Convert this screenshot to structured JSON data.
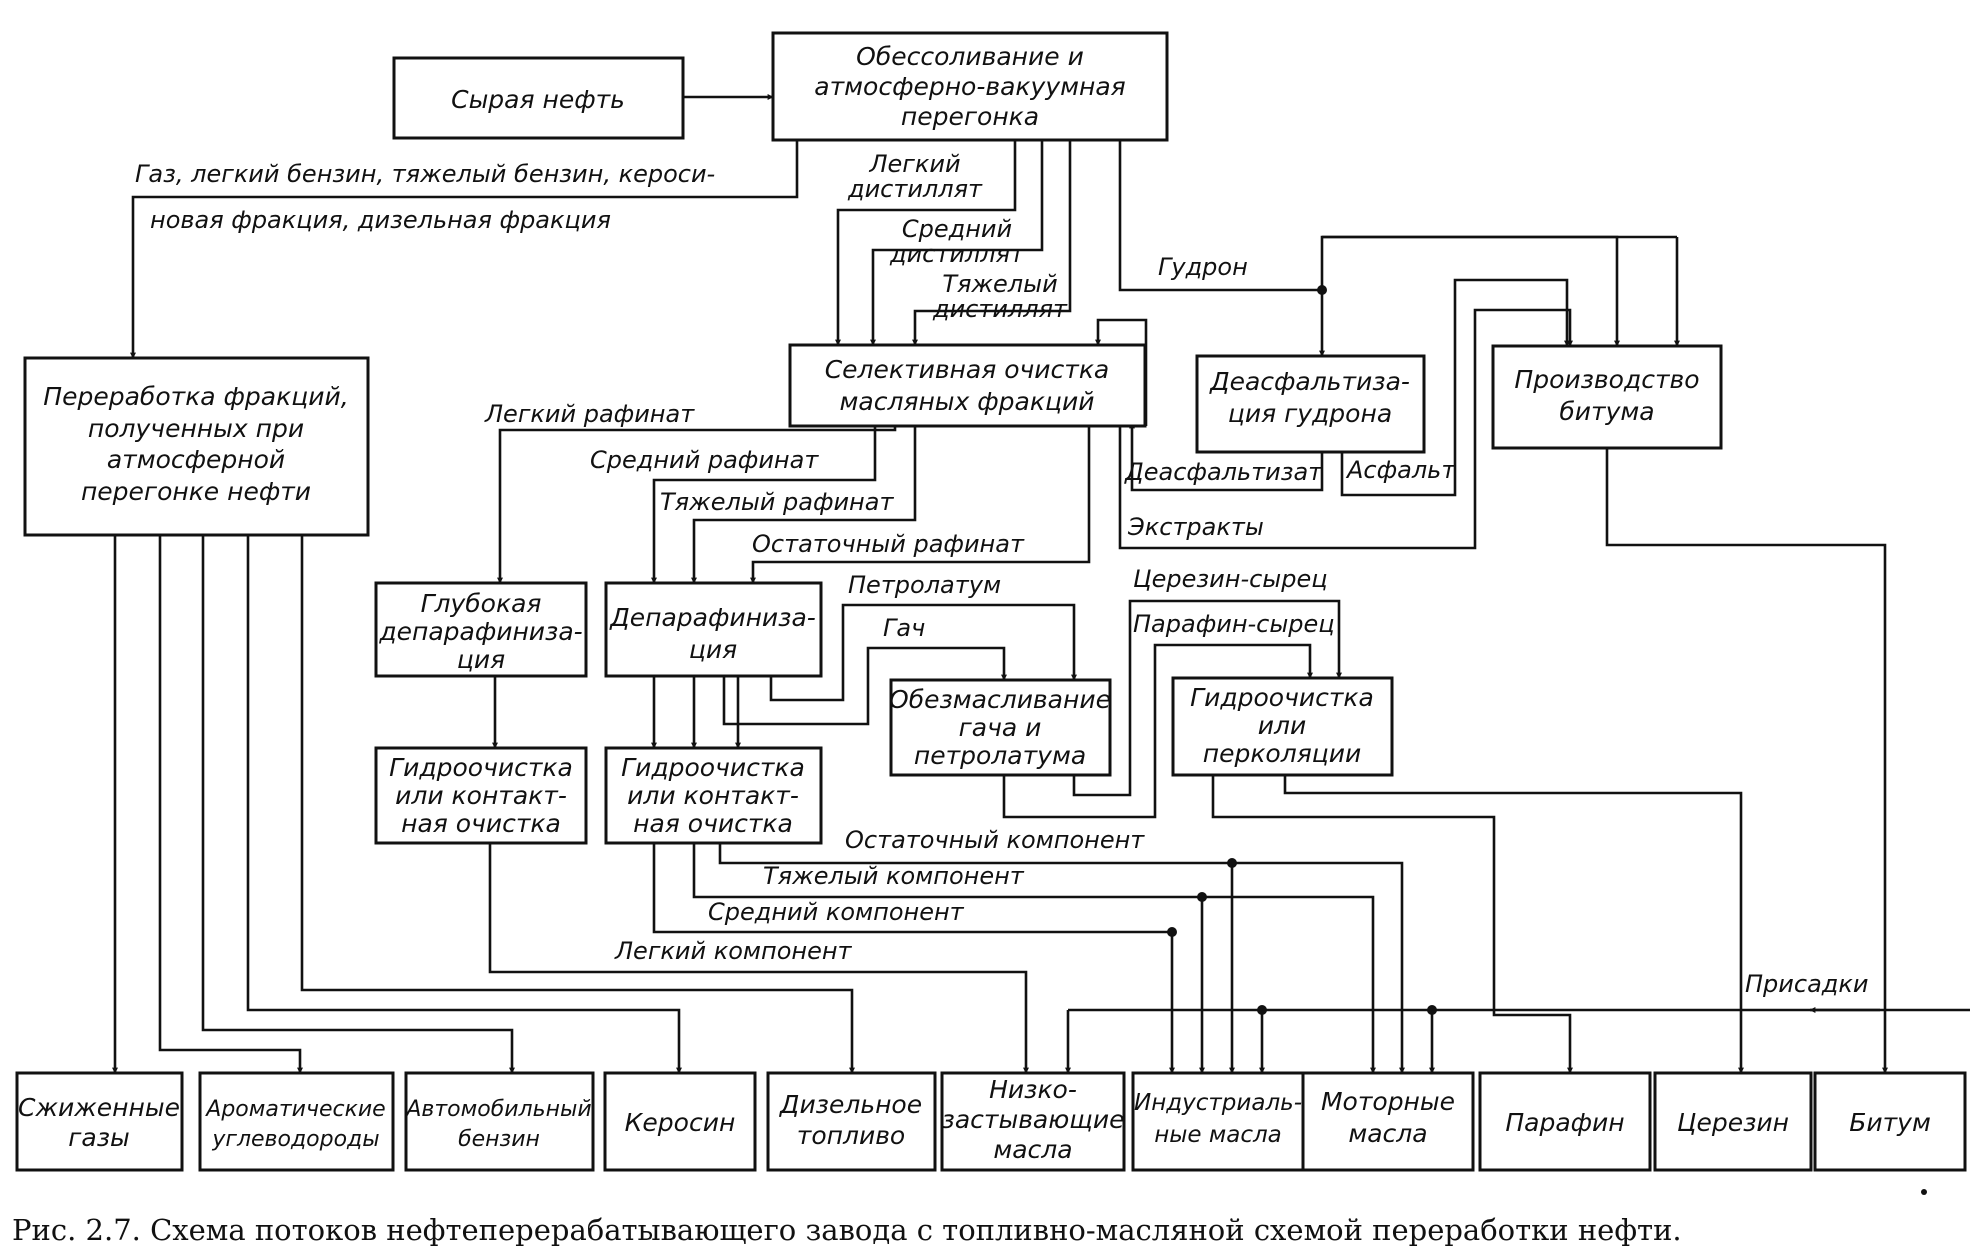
{
  "nodes": {
    "crude": [
      "Сырая нефть"
    ],
    "desalting": [
      "Обессоливание и",
      "атмосферно-вакуумная",
      "перегонка"
    ],
    "processing": [
      "Переработка фракций,",
      "полученных при",
      "атмосферной",
      "перегонке нефти"
    ],
    "selective": [
      "Селективная очистка",
      "масляных фракций"
    ],
    "deasphalting": [
      "Деасфальтиза-",
      "ция гудрона"
    ],
    "bitumen_prod": [
      "Производство",
      "битума"
    ],
    "deep_dewax": [
      "Глубокая",
      "депарафиниза-",
      "ция"
    ],
    "dewax": [
      "Депарафиниза-",
      "ция"
    ],
    "deoiling": [
      "Обезмасливание",
      "гача и",
      "петролатума"
    ],
    "hydro_perc": [
      "Гидроочистка",
      "или",
      "перколяции"
    ],
    "hydro1": [
      "Гидроочистка",
      "или контакт-",
      "ная очистка"
    ],
    "hydro2": [
      "Гидроочистка",
      "или контакт-",
      "ная очистка"
    ],
    "p_gas": [
      "Сжиженные",
      "газы"
    ],
    "p_arom": [
      "Ароматические",
      "углеводороды"
    ],
    "p_gasoline": [
      "Автомобильный",
      "бензин"
    ],
    "p_kerosene": [
      "Керосин"
    ],
    "p_diesel": [
      "Дизельное",
      "топливо"
    ],
    "p_lowfreeze": [
      "Низко-",
      "застывающие",
      "масла"
    ],
    "p_industrial": [
      "Индустриаль-",
      "ные масла"
    ],
    "p_motor": [
      "Моторные",
      "масла"
    ],
    "p_paraffin": [
      "Парафин"
    ],
    "p_ceresin": [
      "Церезин"
    ],
    "p_bitumen": [
      "Битум"
    ]
  },
  "labels": {
    "gas_line1": "Газ, легкий бензин, тяжелый бензин, кероси-",
    "gas_line2": "новая фракция, дизельная фракция",
    "light_dist": [
      "Легкий",
      "дистиллят"
    ],
    "mid_dist": [
      "Средний",
      "дистиллят"
    ],
    "heavy_dist": [
      "Тяжелый",
      "дистиллят"
    ],
    "tar": "Гудрон",
    "light_raff": "Легкий рафинат",
    "mid_raff": "Средний рафинат",
    "heavy_raff": "Тяжелый рафинат",
    "resid_raff": "Остаточный рафинат",
    "deasph_product": "Деасфальтизат",
    "asphalt": "Асфальт",
    "extracts": "Экстракты",
    "petrolatum": "Петролатум",
    "gach": "Гач",
    "raw_ceresin": "Церезин-сырец",
    "raw_paraffin": "Парафин-сырец",
    "resid_comp": "Остаточный компонент",
    "heavy_comp": "Тяжелый компонент",
    "mid_comp": "Средний компонент",
    "light_comp": "Легкий компонент",
    "additives": "Присадки"
  },
  "caption": "Рис. 2.7. Схема потоков нефтеперерабатывающего завода с топливно-масляной схемой переработки нефти."
}
